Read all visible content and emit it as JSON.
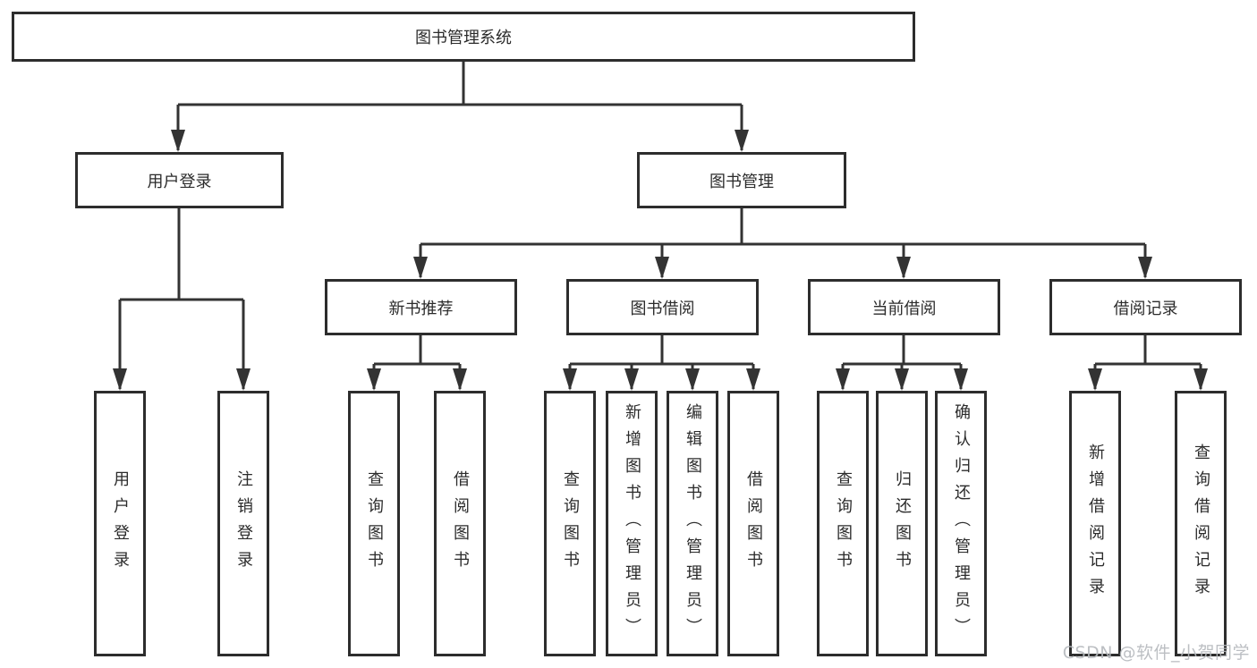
{
  "diagram": {
    "root": {
      "label": "图书管理系统",
      "children": [
        {
          "label": "用户登录",
          "children": [
            {
              "label": "用户登录"
            },
            {
              "label": "注销登录"
            }
          ]
        },
        {
          "label": "图书管理",
          "children": [
            {
              "label": "新书推荐",
              "children": [
                {
                  "label": "查询图书"
                },
                {
                  "label": "借阅图书"
                }
              ]
            },
            {
              "label": "图书借阅",
              "children": [
                {
                  "label": "查询图书"
                },
                {
                  "label": "新增图书（管理员）"
                },
                {
                  "label": "编辑图书（管理员）"
                },
                {
                  "label": "借阅图书"
                }
              ]
            },
            {
              "label": "当前借阅",
              "children": [
                {
                  "label": "查询图书"
                },
                {
                  "label": "归还图书"
                },
                {
                  "label": "确认归还（管理员）"
                }
              ]
            },
            {
              "label": "借阅记录",
              "children": [
                {
                  "label": "新增借阅记录"
                },
                {
                  "label": "查询借阅记录"
                }
              ]
            }
          ]
        }
      ]
    }
  },
  "watermark": {
    "text": "CSDN @软件_小贺同学"
  },
  "colors": {
    "line": "#333333",
    "border": "#2d2d2d",
    "text": "#2b2b2b",
    "watermark": "#b5b9bd",
    "background": "#ffffff"
  }
}
